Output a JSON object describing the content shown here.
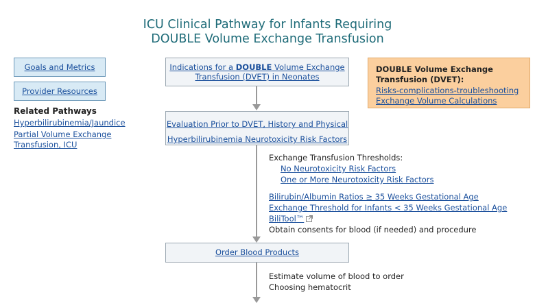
{
  "title": {
    "line1": "ICU Clinical Pathway for Infants Requiring",
    "line2": "DOUBLE Volume Exchange Transfusion"
  },
  "sidebar": {
    "goals": "Goals and Metrics",
    "resources": "Provider Resources",
    "related_header": "Related Pathways",
    "related_items": [
      "Hyperbilirubinemia/Jaundice",
      "Partial Volume Exchange Transfusion, ICU"
    ]
  },
  "info_box": {
    "header": "DOUBLE Volume Exchange Transfusion (DVET):",
    "links": [
      "Risks-complications-troubleshooting",
      "Exchange Volume Calculations"
    ]
  },
  "flow": {
    "box1": {
      "pre": "Indications for a ",
      "bold": "DOUBLE",
      "post": " Volume Exchange Transfusion (DVET) in Neonates"
    },
    "box2": {
      "link1": "Evaluation Prior to DVET, History and Physical",
      "link2": "Hyperbilirubinemia Neurotoxicity Risk Factors"
    },
    "thresholds": {
      "label": "Exchange Transfusion Thresholds:",
      "sub_links": [
        "No Neurotoxicity Risk Factors",
        "One or More Neurotoxicity Risk Factors"
      ],
      "links": [
        "Bilirubin/Albumin Ratios ≥ 35 Weeks Gestational Age",
        "Exchange Threshold for Infants < 35 Weeks Gestational Age"
      ],
      "bilitool": "BiliTool™",
      "consent": "Obtain consents for blood (if needed) and procedure"
    },
    "box3": "Order Blood Products",
    "after_box3": [
      "Estimate volume of blood to order",
      "Choosing hematocrit"
    ]
  },
  "colors": {
    "title": "#1e6b78",
    "link": "#1a4f9c",
    "info_box_bg": "#fbcf9e",
    "sidebar_btn_bg": "#d8eaf5"
  }
}
